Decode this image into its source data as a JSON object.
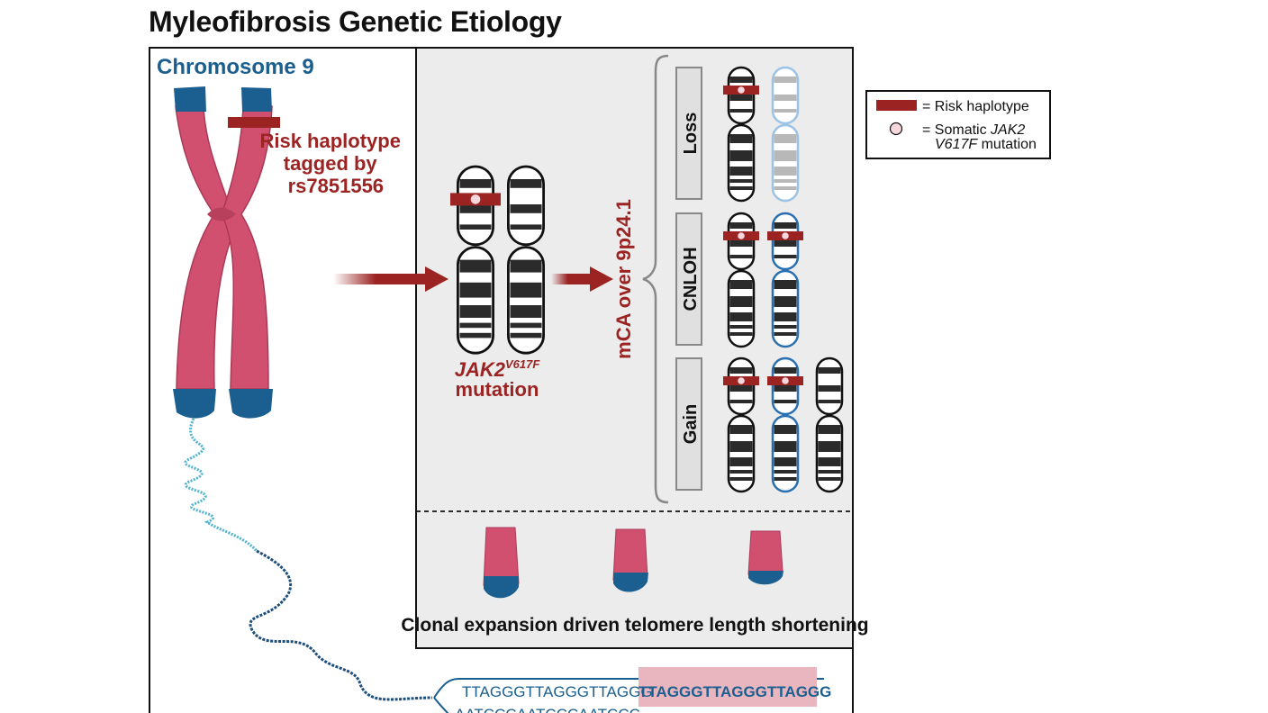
{
  "title": "Myleofibrosis Genetic Etiology",
  "chromosome_label": "Chromosome 9",
  "risk_haplotype_lines": [
    "Risk haplotype",
    "tagged by",
    "rs7851556"
  ],
  "jak2_gene": "JAK2",
  "jak2_superscript": "V617F",
  "jak2_mutation_word": "mutation",
  "mca_label": "mCA over 9p24.1",
  "mca_types": [
    "Loss",
    "CNLOH",
    "Gain"
  ],
  "clonal_label": "Clonal expansion driven telomere length shortening",
  "legend": {
    "risk_haplotype": "= Risk haplotype",
    "somatic_prefix": "= Somatic ",
    "somatic_gene": "JAK2",
    "somatic_variant": "V617F",
    "somatic_suffix": " mutation"
  },
  "dna_sequence": {
    "top_plain": "TTAGGGTTAGGGTTAGGG",
    "top_highlight": "TTAGGGTTAGGGTTAGGG",
    "bottom": "AATCCCAATCCCAATCCC"
  },
  "colors": {
    "risk_red": "#9b2423",
    "chromosome_pink": "#d1506f",
    "telomere_blue": "#1a5f8f",
    "panel_gray": "#ececec",
    "strand_blue": "#1a5f8f"
  }
}
